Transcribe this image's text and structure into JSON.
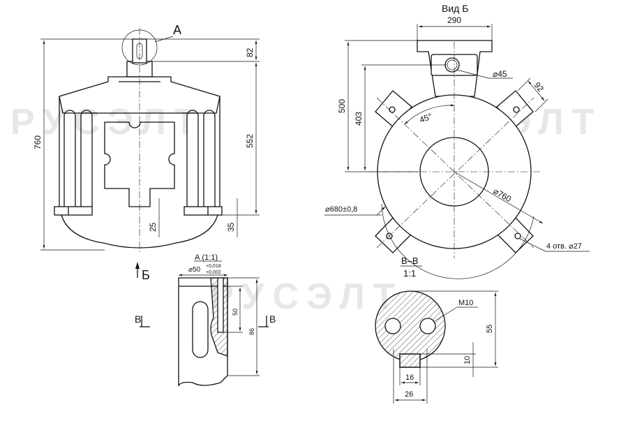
{
  "labels": {
    "callout_a": "А",
    "view_b": "Вид Б",
    "view_b_arrow": "Б",
    "detail_a": "А (1:1)",
    "section": "В–В",
    "section_scale": "1:1",
    "cut_left": "В",
    "cut_right": "В"
  },
  "dimensions": {
    "overall_height": "760",
    "shaft_height": "82",
    "body_height": "552",
    "foot_left": "25",
    "foot_right": "35",
    "flange_width": "290",
    "height_500": "500",
    "height_403": "403",
    "hole_45": "⌀45",
    "lug_92": "92",
    "angle_45": "45°",
    "dia_760": "⌀760",
    "dia_680": "⌀680±0,8",
    "holes_note": "4 отв. ⌀27",
    "shaft_dia": "⌀50",
    "shaft_tol_upper": "+0,018",
    "shaft_tol_lower": "+0,002",
    "slot_50": "50",
    "len_86": "86",
    "thread": "M10",
    "sec_55": "55",
    "sec_10": "10",
    "sec_16": "16",
    "sec_26": "26"
  },
  "watermark": "РУСЭЛТ"
}
